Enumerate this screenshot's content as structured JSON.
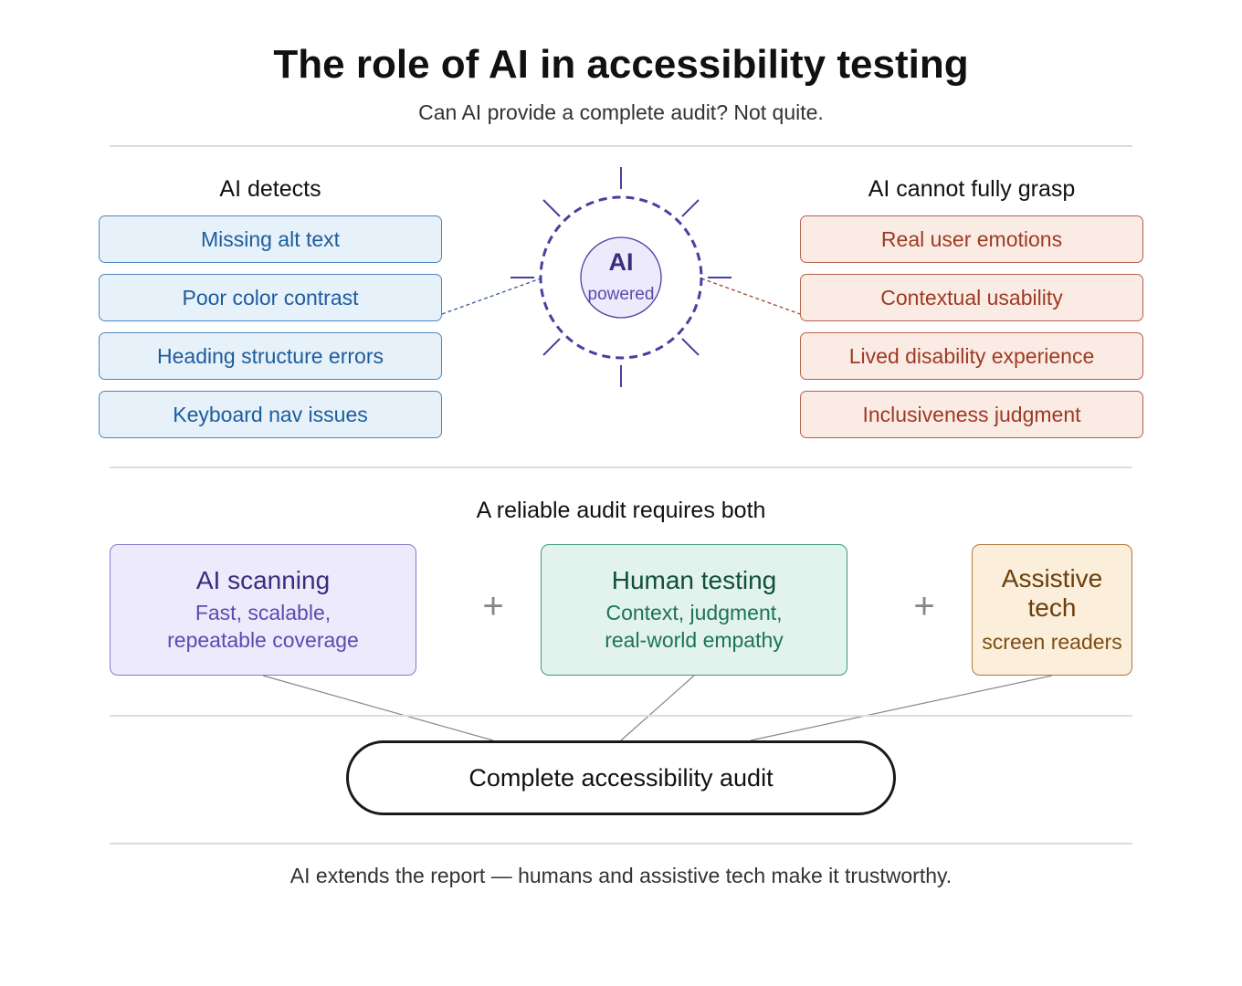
{
  "header": {
    "title": "The role of AI in accessibility testing",
    "subtitle": "Can AI provide a complete audit? Not quite."
  },
  "detects": {
    "heading": "AI detects",
    "items": [
      "Missing alt text",
      "Poor color contrast",
      "Heading structure errors",
      "Keyboard nav issues"
    ]
  },
  "ai_badge": {
    "label": "AI",
    "sublabel": "powered"
  },
  "limits": {
    "heading": "AI cannot fully grasp",
    "items": [
      "Real user emotions",
      "Contextual usability",
      "Lived disability experience",
      "Inclusiveness judgment"
    ]
  },
  "requirements": {
    "heading": "A reliable audit requires both",
    "plus": "+",
    "cards": [
      {
        "title": "AI scanning",
        "subtitle": "Fast, scalable, repeatable coverage"
      },
      {
        "title": "Human testing",
        "subtitle": "Context, judgment, real-world empathy"
      },
      {
        "title": "Assistive tech",
        "subtitle": "screen readers"
      }
    ]
  },
  "result": {
    "label": "Complete accessibility audit"
  },
  "footer": {
    "text": "AI extends the report — humans and assistive tech make it trustworthy."
  },
  "colors": {
    "blue_fill": "#e6f1fa",
    "blue_text": "#1e5c9c",
    "red_fill": "#fbebe5",
    "red_text": "#9e3a22",
    "ai_purple": "#4a3fa0",
    "green_fill": "#e1f3ec",
    "orange_fill": "#fbeeda"
  }
}
